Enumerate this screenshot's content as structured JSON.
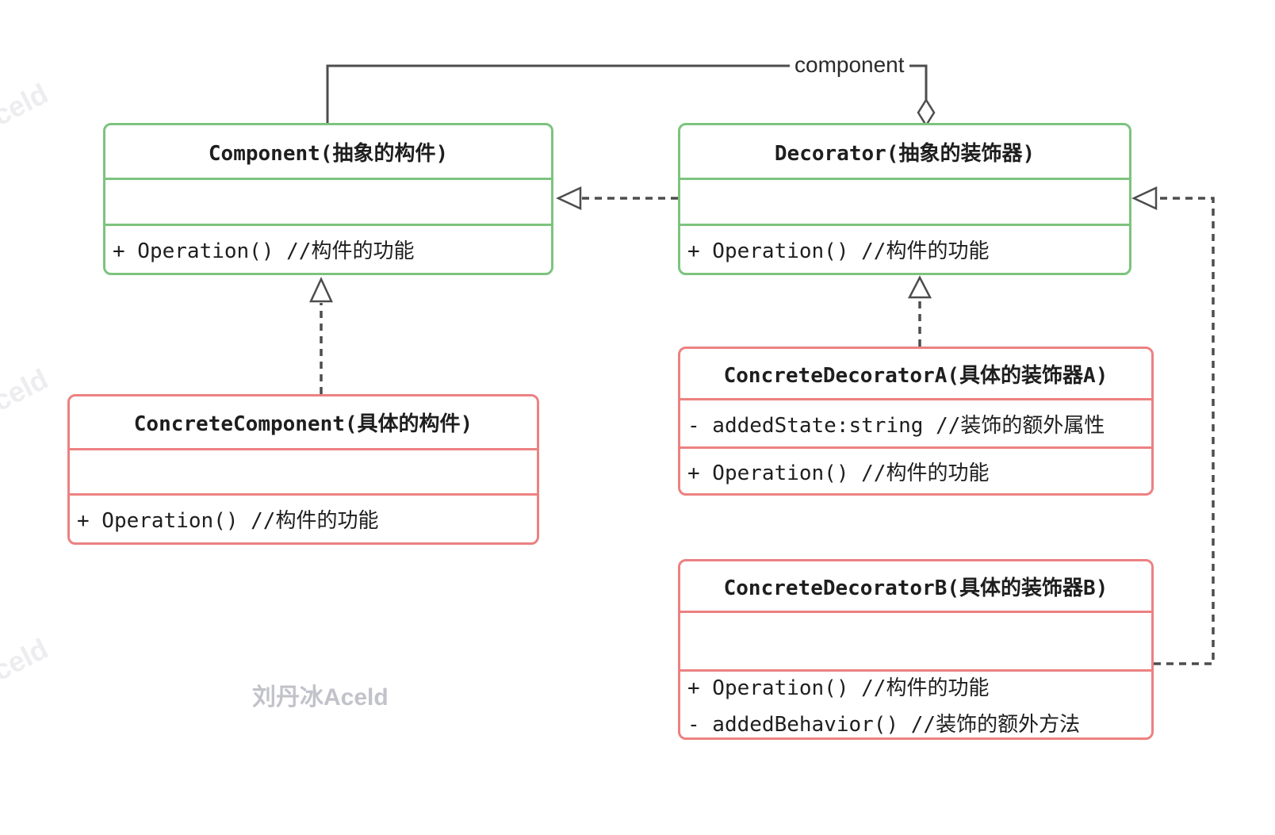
{
  "diagram": {
    "pattern": "Decorator",
    "association_label": "component",
    "watermark_main": "刘丹冰Aceld",
    "watermark_corner": "Aceld",
    "colors": {
      "abstract_border": "#7cc47e",
      "concrete_border": "#ec8181",
      "line": "#4d4d4d",
      "watermark": "#c2c2ca",
      "watermark_faint": "#ededf0"
    },
    "classes": [
      {
        "id": "component",
        "stereotype": "abstract",
        "name": "Component(抽象的构件)",
        "attributes": [],
        "methods": [
          "+ Operation() //构件的功能"
        ]
      },
      {
        "id": "decorator",
        "stereotype": "abstract",
        "name": "Decorator(抽象的装饰器)",
        "attributes": [],
        "methods": [
          "+ Operation() //构件的功能"
        ]
      },
      {
        "id": "concrete-component",
        "stereotype": "concrete",
        "name": "ConcreteComponent(具体的构件)",
        "attributes": [],
        "methods": [
          "+ Operation() //构件的功能"
        ]
      },
      {
        "id": "concrete-decorator-a",
        "stereotype": "concrete",
        "name": "ConcreteDecoratorA(具体的装饰器A)",
        "attributes": [
          "- addedState:string //装饰的额外属性"
        ],
        "methods": [
          "+ Operation() //构件的功能"
        ]
      },
      {
        "id": "concrete-decorator-b",
        "stereotype": "concrete",
        "name": "ConcreteDecoratorB(具体的装饰器B)",
        "attributes": [],
        "methods": [
          "+ Operation() //构件的功能",
          "- addedBehavior() //装饰的额外方法"
        ]
      }
    ],
    "relationships": [
      {
        "type": "aggregation",
        "from": "decorator",
        "to": "component",
        "label": "component"
      },
      {
        "type": "realization",
        "from": "decorator",
        "to": "component"
      },
      {
        "type": "realization",
        "from": "concrete-component",
        "to": "component"
      },
      {
        "type": "realization",
        "from": "concrete-decorator-a",
        "to": "decorator"
      },
      {
        "type": "realization",
        "from": "concrete-decorator-b",
        "to": "decorator"
      }
    ]
  }
}
